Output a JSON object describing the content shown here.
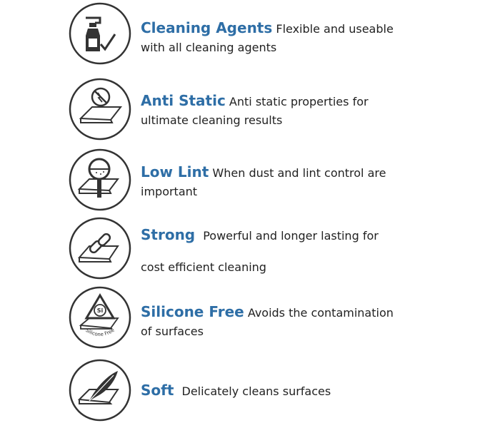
{
  "colors": {
    "title": "#2e6ea6",
    "text": "#222222",
    "icon_stroke": "#333333"
  },
  "features": [
    {
      "icon": "spray-bottle-check-icon",
      "title": "Cleaning Agents",
      "desc_line1": "Flexible and useable",
      "desc_line2": "with all cleaning agents"
    },
    {
      "icon": "anti-static-cloth-icon",
      "title": "Anti Static",
      "desc_line1": "Anti static properties for",
      "desc_line2": "ultimate cleaning results"
    },
    {
      "icon": "magnifier-cloth-icon",
      "title": "Low Lint",
      "desc_line1": "When dust and lint control are",
      "desc_line2": "important"
    },
    {
      "icon": "chain-link-cloth-icon",
      "title": "Strong",
      "desc_line1": "Powerful and longer lasting for",
      "desc_line2": "cost efficient cleaning"
    },
    {
      "icon": "silicone-free-icon",
      "icon_label_si": "Si",
      "icon_label": "Silicone Free",
      "title": "Silicone Free",
      "desc_line1": "Avoids the contamination",
      "desc_line2": "of surfaces"
    },
    {
      "icon": "feather-cloth-icon",
      "title": "Soft",
      "desc_line1": "Delicately cleans surfaces",
      "desc_line2": ""
    }
  ]
}
